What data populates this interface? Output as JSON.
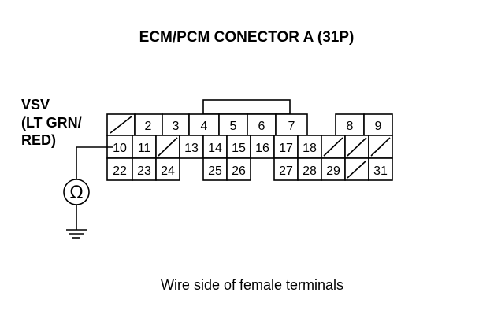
{
  "title": "ECM/PCM CONECTOR A (31P)",
  "component": {
    "name": "VSV",
    "wire_line1": "(LT GRN/",
    "wire_line2": "RED)"
  },
  "meter_symbol": "Ω",
  "caption": "Wire side of female terminals",
  "connector": {
    "row1": [
      "",
      "2",
      "3",
      "4",
      "5",
      "6",
      "7",
      "8",
      "9"
    ],
    "row2": [
      "10",
      "11",
      "",
      "13",
      "14",
      "15",
      "16",
      "17",
      "18",
      "",
      "",
      ""
    ],
    "row3": [
      "22",
      "23",
      "24",
      "25",
      "26",
      "27",
      "28",
      "29",
      "",
      "31"
    ]
  }
}
